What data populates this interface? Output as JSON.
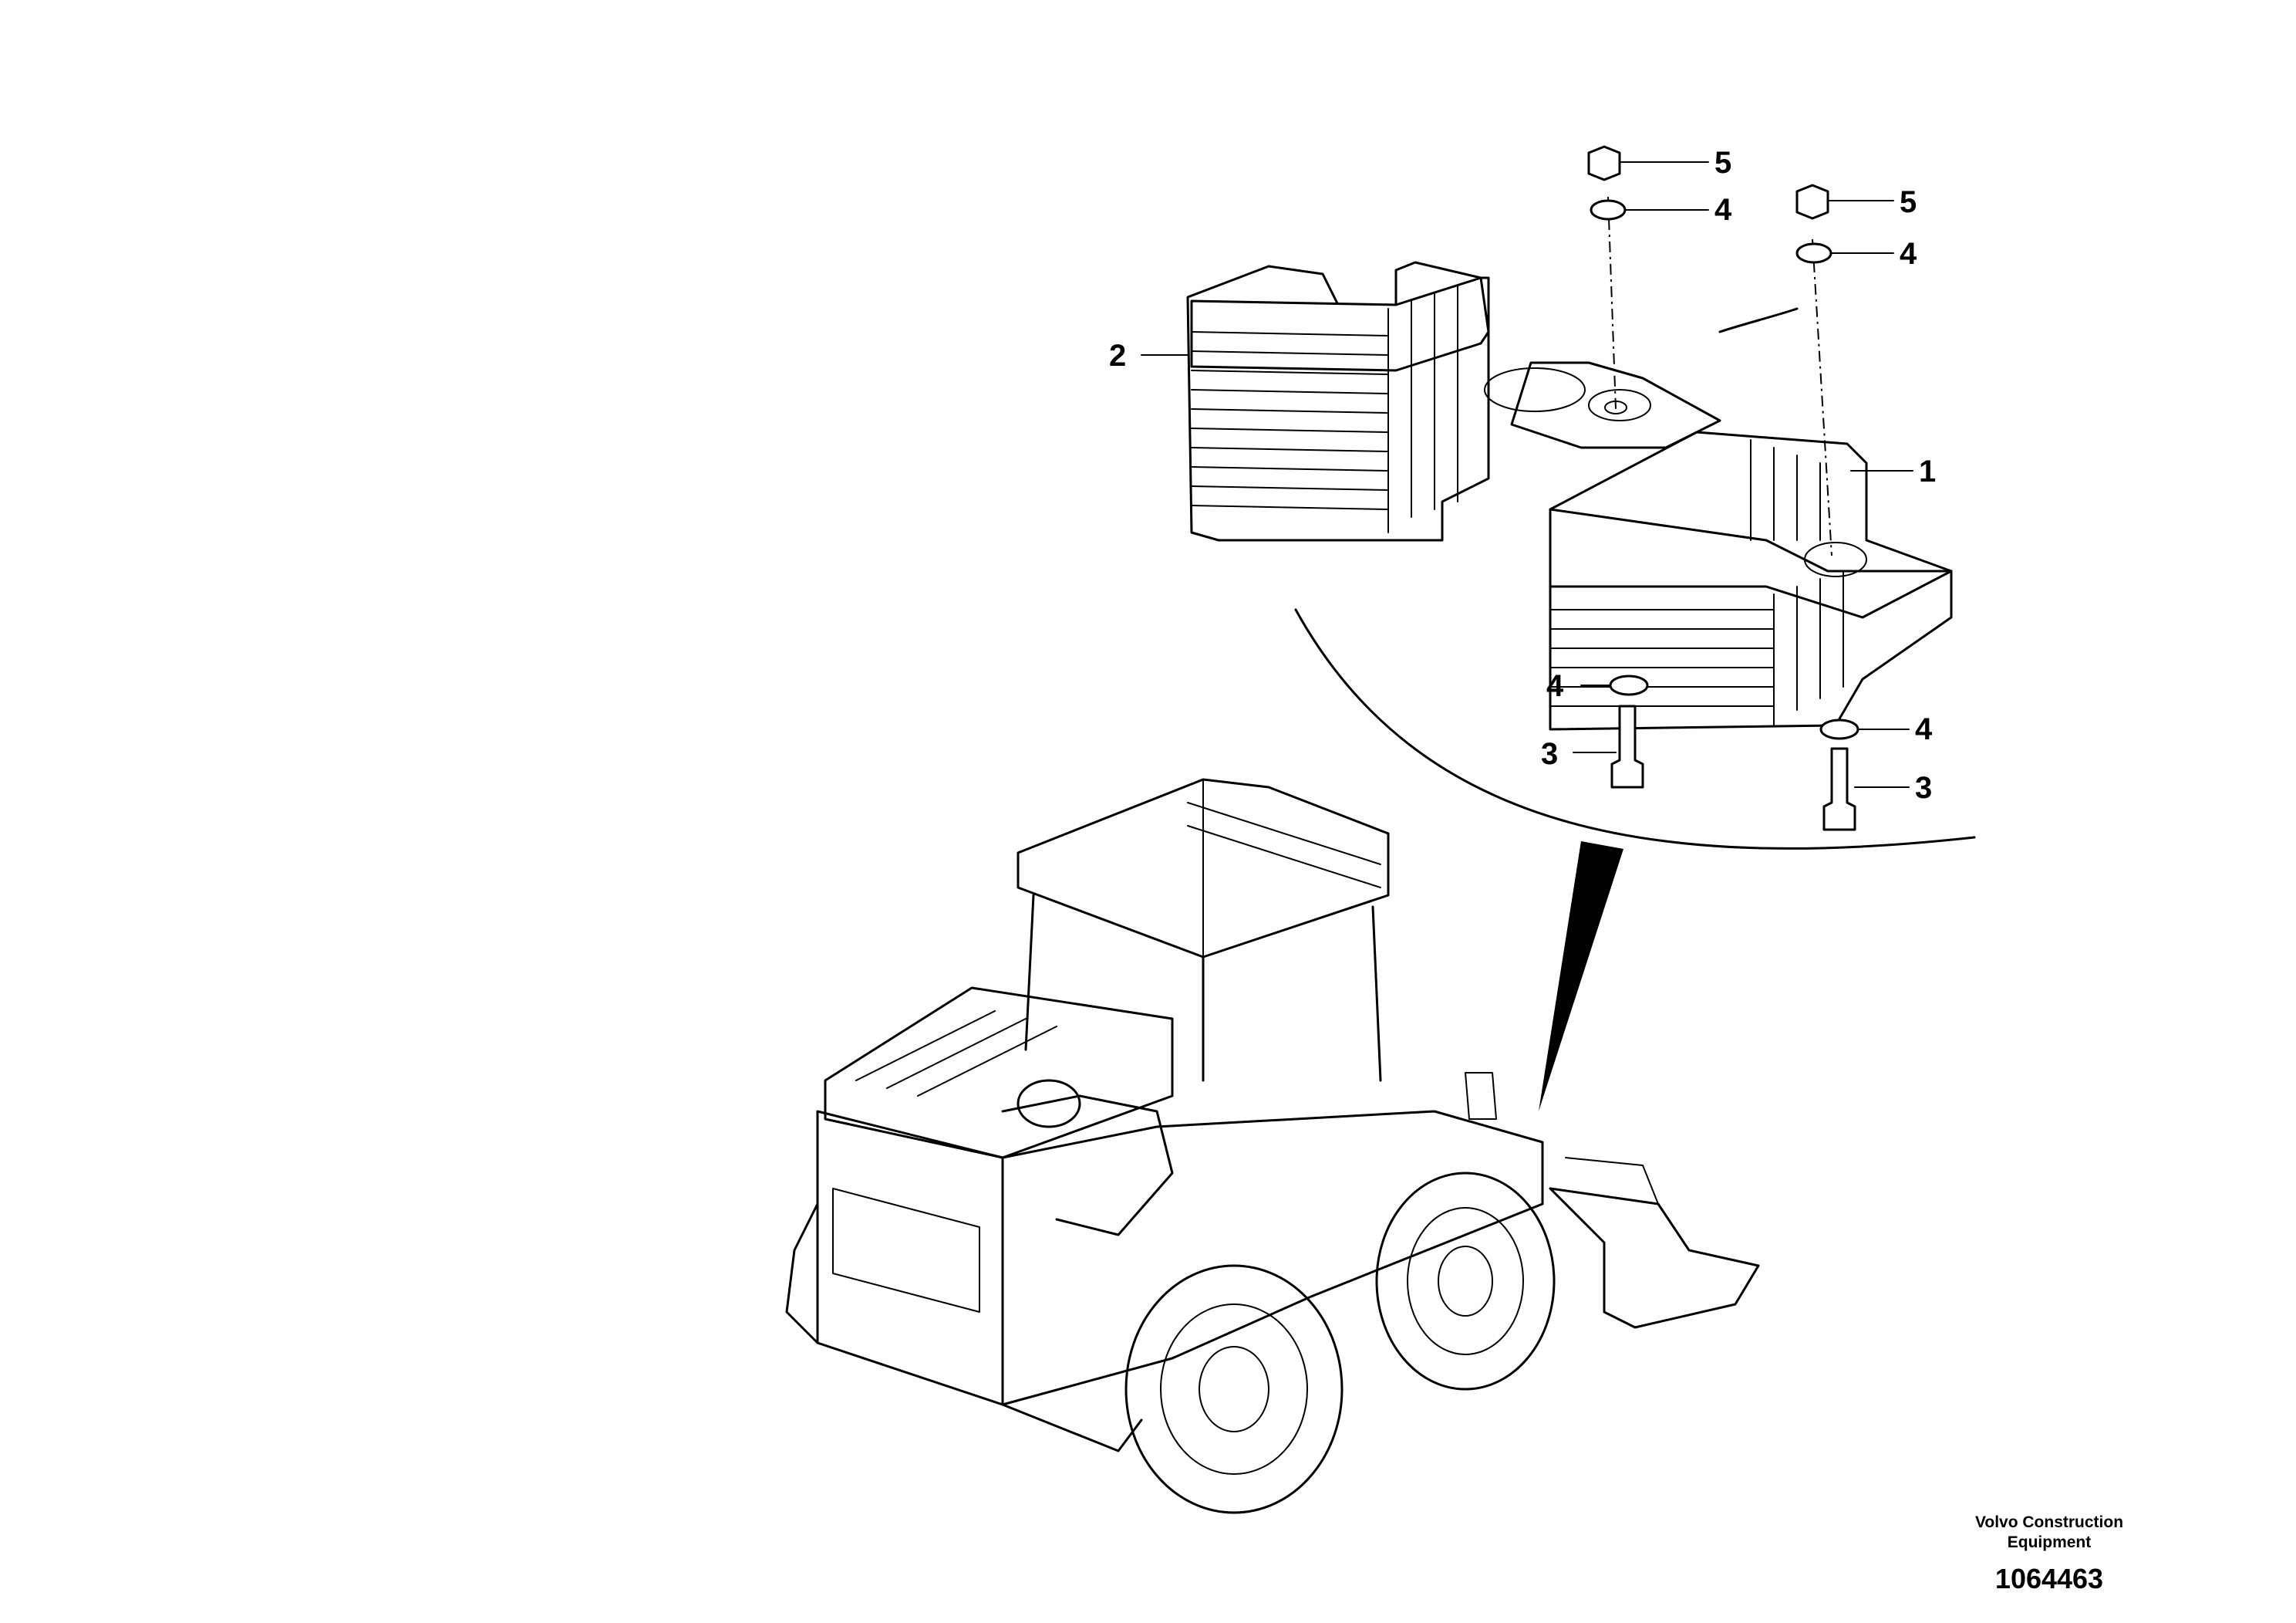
{
  "callouts": [
    {
      "id": "c1",
      "text": "1"
    },
    {
      "id": "c2",
      "text": "2"
    },
    {
      "id": "c3a",
      "text": "3"
    },
    {
      "id": "c3b",
      "text": "3"
    },
    {
      "id": "c4a",
      "text": "4"
    },
    {
      "id": "c4b",
      "text": "4"
    },
    {
      "id": "c4c",
      "text": "4"
    },
    {
      "id": "c4d",
      "text": "4"
    },
    {
      "id": "c5a",
      "text": "5"
    },
    {
      "id": "c5b",
      "text": "5"
    }
  ],
  "footer": {
    "brand_line1": "Volvo Construction",
    "brand_line2": "Equipment",
    "figure_number": "1064463"
  }
}
